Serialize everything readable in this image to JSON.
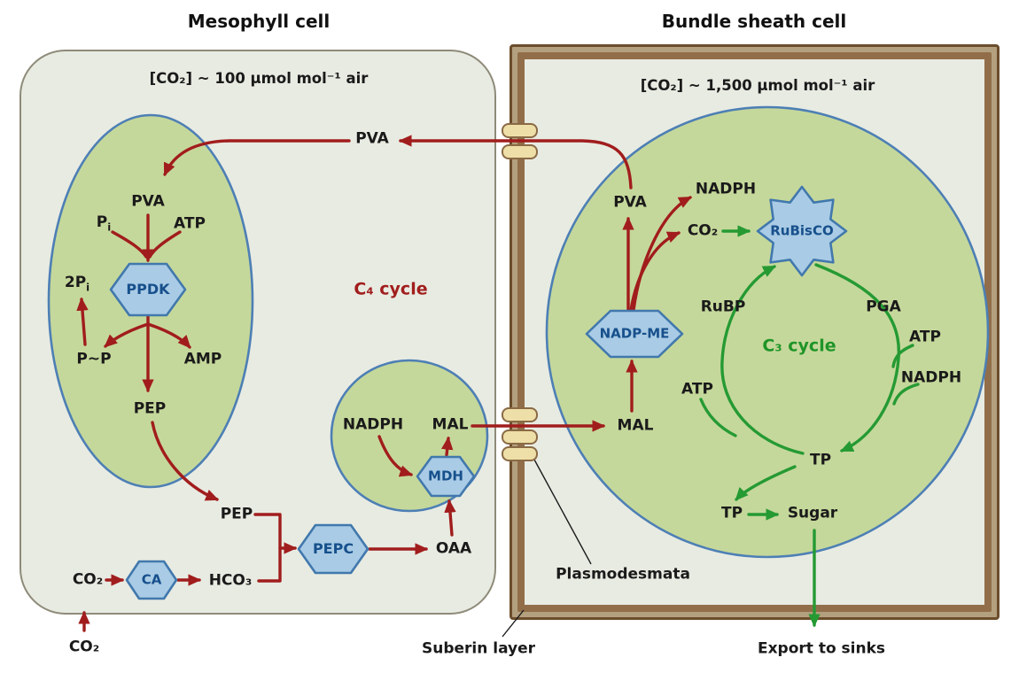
{
  "titles": {
    "mesophyll": "Mesophyll cell",
    "bundle_sheath": "Bundle sheath cell"
  },
  "mesophyll": {
    "co2_note": "[CO₂] ~ 100 µmol mol⁻¹ air",
    "pva_chloroplast": "PVA",
    "pva_shuttle": "PVA",
    "pi_base": "P",
    "pi_sub": "i",
    "atp": "ATP",
    "two_pi_base": "2P",
    "two_pi_sub": "i",
    "ppdk": "PPDK",
    "pyrophosphate": "P~P",
    "amp": "AMP",
    "pep_chloroplast": "PEP",
    "pep_cytosol": "PEP",
    "pepc": "PEPC",
    "oaa": "OAA",
    "co2_cytosol": "CO₂",
    "ca": "CA",
    "hco3": "HCO₃",
    "co2_external": "CO₂",
    "c4_cycle": "C₄ cycle",
    "nadph": "NADPH",
    "mal": "MAL",
    "mdh": "MDH"
  },
  "bundle_sheath": {
    "co2_note": "[CO₂] ~ 1,500 µmol mol⁻¹ air",
    "pva": "PVA",
    "nadph_top": "NADPH",
    "co2": "CO₂",
    "rubisco": "RuBisCO",
    "rubp": "RuBP",
    "pga": "PGA",
    "c3_cycle": "C₃ cycle",
    "atp_right": "ATP",
    "nadph_right": "NADPH",
    "atp_left": "ATP",
    "nadp_me": "NADP-ME",
    "mal": "MAL",
    "tp_cycle": "TP",
    "tp_export": "TP",
    "sugar": "Sugar"
  },
  "annotations": {
    "plasmodesmata": "Plasmodesmata",
    "suberin_layer": "Suberin layer",
    "export_to_sinks": "Export to sinks"
  },
  "colors": {
    "c4_pathway_red": "#a11d1d",
    "c3_pathway_green": "#259a33",
    "chloroplast_fill": "#c5d89b",
    "chloroplast_border": "#4d7fb5",
    "enzyme_fill": "#a9cbe5",
    "enzyme_border": "#4178ad",
    "cell_fill": "#e8ebe2",
    "wall_brown": "#916e49",
    "plasmodesma_fill": "#eedfa8"
  }
}
